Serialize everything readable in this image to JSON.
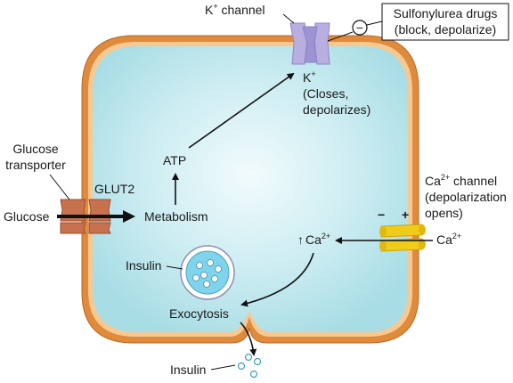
{
  "labels": {
    "k_channel": "K",
    "k_channel_sup": "+",
    "k_channel_rest": " channel",
    "drug_line1": "Sulfonylurea drugs",
    "drug_line2": "(block, depolarize)",
    "drug_sign": "−",
    "k_ion": "K",
    "k_ion_sup": "+",
    "k_closes_line1": "(Closes,",
    "k_closes_line2": "depolarizes)",
    "glucose_transporter_line1": "Glucose",
    "glucose_transporter_line2": "transporter",
    "glut2": "GLUT2",
    "glucose": "Glucose",
    "metabolism": "Metabolism",
    "atp": "ATP",
    "ca_channel_base": "Ca",
    "ca_channel_sup": "2+",
    "ca_channel_rest": " channel",
    "ca_channel_line2": "(depolarization",
    "ca_channel_line3": "opens)",
    "minus": "−",
    "plus": "+",
    "ca_outside": "Ca",
    "ca_outside_sup": "2+",
    "ca_inside_arrow": "↑",
    "ca_inside": "Ca",
    "ca_inside_sup": "2+",
    "insulin_vesicle": "Insulin",
    "exocytosis": "Exocytosis",
    "insulin_released": "Insulin"
  },
  "colors": {
    "membrane_outer": "#e08a3c",
    "membrane_inner": "#f6c993",
    "cytoplasm_edge": "#a9dde5",
    "cytoplasm_center": "#f2fbfd",
    "k_channel": "#b8aee0",
    "glut2": "#c8714f",
    "ca_channel": "#f0cc1a",
    "vesicle": "#7fd3ea"
  }
}
